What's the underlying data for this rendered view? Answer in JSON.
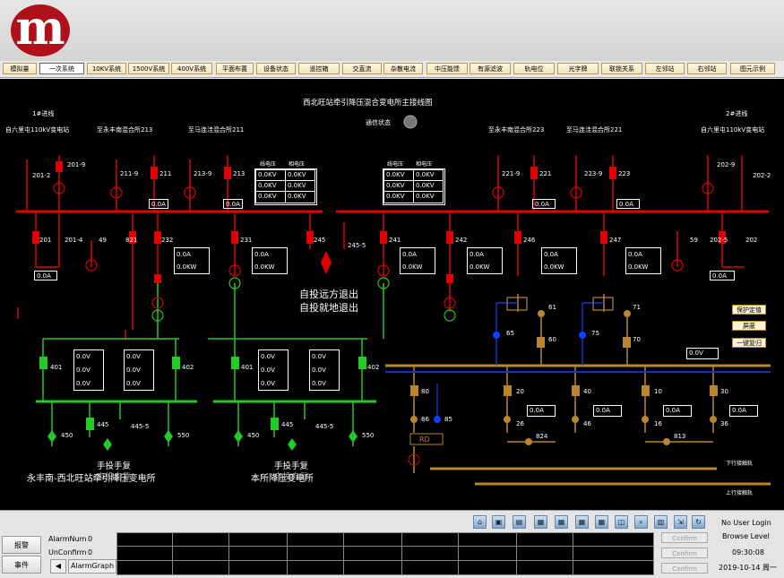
{
  "logo": {
    "glyph": "m"
  },
  "tabs": [
    {
      "label": "模拟量"
    },
    {
      "label": "一次系统"
    },
    {
      "label": "10KV系统"
    },
    {
      "label": "1500V系统"
    },
    {
      "label": "400V系统"
    },
    {
      "label": "平面布置"
    },
    {
      "label": "设备状态"
    },
    {
      "label": "遥控箱"
    },
    {
      "label": "交直流"
    },
    {
      "label": "杂散电流"
    },
    {
      "label": "中压能馈"
    },
    {
      "label": "有源滤波"
    },
    {
      "label": "轨电位"
    },
    {
      "label": "光字牌"
    },
    {
      "label": "联锁关系"
    },
    {
      "label": "左邻站"
    },
    {
      "label": "右邻站"
    },
    {
      "label": "图元示例"
    }
  ],
  "active_tab": "一次系统",
  "diagram": {
    "title": "西北旺站牵引降压混合变电所主接线图",
    "comm_status": "通信状态",
    "incoming1": "1#进线",
    "incoming2": "2#进线",
    "src_left": "自六里屯110kV变电站",
    "src_right": "自六里屯110kV变电站",
    "feeder_213": "至永丰南混合所213",
    "feeder_211": "至马连洼混合所211",
    "feeder_223": "至永丰南混合所223",
    "feeder_221": "至马连洼混合所221",
    "hdr_line_v": "线电压",
    "hdr_phase_v": "相电压",
    "vtable_left": [
      [
        "0.0KV",
        "0.0KV"
      ],
      [
        "0.0KV",
        "0.0KV"
      ],
      [
        "0.0KV",
        "0.0KV"
      ]
    ],
    "vtable_right": [
      [
        "0.0KV",
        "0.0KV"
      ],
      [
        "0.0KV",
        "0.0KV"
      ],
      [
        "0.0KV",
        "0.0KV"
      ]
    ],
    "auto_remote": "自投远方退出",
    "auto_local": "自投就地退出",
    "left_station_caption": "永丰南-西北旺站牵引降压变电所",
    "left_manual": "手投手复",
    "left_overlap": "自投自复",
    "right_station_caption": "本所降压变电所",
    "right_manual": "手投手复",
    "right_overlap": "自投自复",
    "bus_down": "下行接触轨",
    "bus_up": "上行接触轨",
    "rd_label": "RD",
    "hand": "手",
    "amp": "0.0A",
    "kw": "0.0KW",
    "volt": "0.0V",
    "labels": {
      "b201": "201",
      "b2014": "201-4",
      "b49": "49",
      "b821": "821",
      "b232": "232",
      "b231": "231",
      "b245": "245",
      "b2455": "245-5",
      "b241": "241",
      "b242": "242",
      "b246": "246",
      "b247": "247",
      "b59": "59",
      "b2025": "202-5",
      "b202": "202",
      "b2011": "201-9",
      "b2012": "201-2",
      "b2119": "211-9",
      "b211": "211",
      "b2139": "213-9",
      "b213": "213",
      "b2219": "221-9",
      "b221": "221",
      "b2239": "223-9",
      "b223": "223",
      "b2029": "202-9",
      "b2022": "202-2",
      "b61": "61",
      "b60": "60",
      "b65": "65",
      "b75": "75",
      "b71": "71",
      "b70": "70",
      "b401a": "401",
      "b402a": "402",
      "b401b": "401",
      "b402b": "402",
      "b445a": "445",
      "b4455a": "445-5",
      "b445b": "445",
      "b4455b": "445-5",
      "b450a": "450",
      "b550a": "550",
      "b450b": "450",
      "b550b": "550",
      "b80": "80",
      "b86": "86",
      "b85": "85",
      "b20": "20",
      "b26": "26",
      "b824": "824",
      "b40": "40",
      "b46": "46",
      "b10": "10",
      "b16": "16",
      "b813": "813",
      "b30": "30",
      "b36": "36"
    },
    "side_buttons": [
      {
        "label": "保护定值"
      },
      {
        "label": "屏蔽"
      },
      {
        "label": "一键复归"
      }
    ],
    "colors": {
      "hv": "#e00000",
      "lv": "#22cc22",
      "dc": "#b8862b",
      "dc_bus_blue": "#1030d0",
      "switch_blue": "#1040ff"
    }
  },
  "footer": {
    "toolbar_icons": [
      "home-icon",
      "save-icon",
      "print-icon",
      "window1-icon",
      "window2-icon",
      "window3-icon",
      "window4-icon",
      "window5-icon",
      "window6-icon",
      "zoom-icon",
      "map-icon",
      "export-icon",
      "refresh-icon"
    ],
    "alarm_btn": "报警",
    "event_btn": "事件",
    "alarm_num_label": "AlarmNum",
    "alarm_num_value": "0",
    "unconfirm_label": "UnConfirm",
    "unconfirm_value": "0",
    "alarm_graph": "AlarmGraph",
    "confirm1": "Confirm",
    "confirm2": "Confirm",
    "confirm3": "Confirm",
    "user": "No User Login",
    "level": "Browse Level",
    "time": "09:30:08",
    "date": "2019-10-14 周一"
  }
}
